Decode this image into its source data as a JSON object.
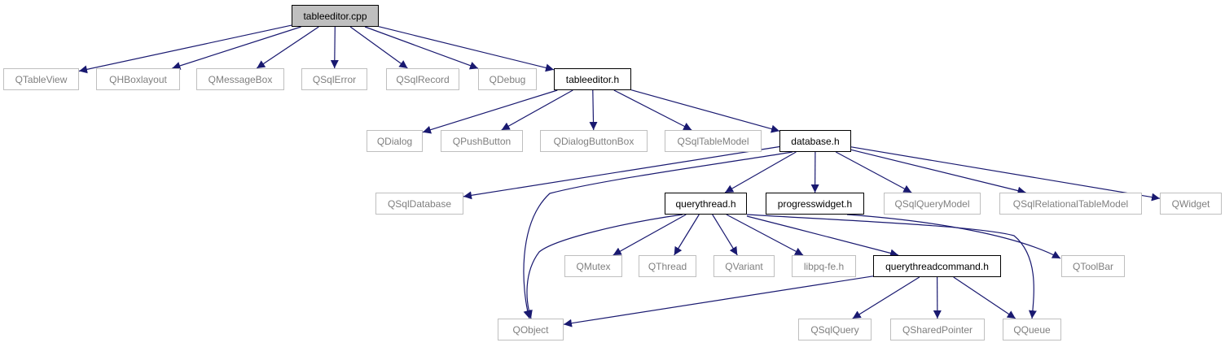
{
  "colors": {
    "edge": "#191970",
    "external_border": "#bfbfbf",
    "external_text": "#7f7f7f",
    "header_border": "#000000",
    "root_fill": "#bfbfbf"
  },
  "nodes": [
    {
      "id": "tableeditor_cpp",
      "label": "tableeditor.cpp",
      "kind": "root"
    },
    {
      "id": "QTableView",
      "label": "QTableView",
      "kind": "external"
    },
    {
      "id": "QHBoxlayout",
      "label": "QHBoxlayout",
      "kind": "external"
    },
    {
      "id": "QMessageBox",
      "label": "QMessageBox",
      "kind": "external"
    },
    {
      "id": "QSqlError",
      "label": "QSqlError",
      "kind": "external"
    },
    {
      "id": "QSqlRecord",
      "label": "QSqlRecord",
      "kind": "external"
    },
    {
      "id": "QDebug",
      "label": "QDebug",
      "kind": "external"
    },
    {
      "id": "tableeditor_h",
      "label": "tableeditor.h",
      "kind": "header"
    },
    {
      "id": "QDialog",
      "label": "QDialog",
      "kind": "external"
    },
    {
      "id": "QPushButton",
      "label": "QPushButton",
      "kind": "external"
    },
    {
      "id": "QDialogButtonBox",
      "label": "QDialogButtonBox",
      "kind": "external"
    },
    {
      "id": "QSqlTableModel",
      "label": "QSqlTableModel",
      "kind": "external"
    },
    {
      "id": "database_h",
      "label": "database.h",
      "kind": "header"
    },
    {
      "id": "QSqlDatabase",
      "label": "QSqlDatabase",
      "kind": "external"
    },
    {
      "id": "querythread_h",
      "label": "querythread.h",
      "kind": "header"
    },
    {
      "id": "progresswidget_h",
      "label": "progresswidget.h",
      "kind": "header"
    },
    {
      "id": "QSqlQueryModel",
      "label": "QSqlQueryModel",
      "kind": "external"
    },
    {
      "id": "QSqlRelationalTableModel",
      "label": "QSqlRelationalTableModel",
      "kind": "external"
    },
    {
      "id": "QWidget",
      "label": "QWidget",
      "kind": "external"
    },
    {
      "id": "QMutex",
      "label": "QMutex",
      "kind": "external"
    },
    {
      "id": "QThread",
      "label": "QThread",
      "kind": "external"
    },
    {
      "id": "QVariant",
      "label": "QVariant",
      "kind": "external"
    },
    {
      "id": "libpq_fe_h",
      "label": "libpq-fe.h",
      "kind": "external"
    },
    {
      "id": "querythreadcommand_h",
      "label": "querythreadcommand.h",
      "kind": "header"
    },
    {
      "id": "QToolBar",
      "label": "QToolBar",
      "kind": "external"
    },
    {
      "id": "QObject",
      "label": "QObject",
      "kind": "external"
    },
    {
      "id": "QSqlQuery",
      "label": "QSqlQuery",
      "kind": "external"
    },
    {
      "id": "QSharedPointer",
      "label": "QSharedPointer",
      "kind": "external"
    },
    {
      "id": "QQueue",
      "label": "QQueue",
      "kind": "external"
    }
  ],
  "edges": [
    {
      "from": "tableeditor_cpp",
      "to": "QTableView"
    },
    {
      "from": "tableeditor_cpp",
      "to": "QHBoxlayout"
    },
    {
      "from": "tableeditor_cpp",
      "to": "QMessageBox"
    },
    {
      "from": "tableeditor_cpp",
      "to": "QSqlError"
    },
    {
      "from": "tableeditor_cpp",
      "to": "QSqlRecord"
    },
    {
      "from": "tableeditor_cpp",
      "to": "QDebug"
    },
    {
      "from": "tableeditor_cpp",
      "to": "tableeditor_h"
    },
    {
      "from": "tableeditor_h",
      "to": "QDialog"
    },
    {
      "from": "tableeditor_h",
      "to": "QPushButton"
    },
    {
      "from": "tableeditor_h",
      "to": "QDialogButtonBox"
    },
    {
      "from": "tableeditor_h",
      "to": "QSqlTableModel"
    },
    {
      "from": "tableeditor_h",
      "to": "database_h"
    },
    {
      "from": "database_h",
      "to": "QSqlDatabase"
    },
    {
      "from": "database_h",
      "to": "querythread_h"
    },
    {
      "from": "database_h",
      "to": "progresswidget_h"
    },
    {
      "from": "database_h",
      "to": "QSqlQueryModel"
    },
    {
      "from": "database_h",
      "to": "QSqlRelationalTableModel"
    },
    {
      "from": "database_h",
      "to": "QWidget"
    },
    {
      "from": "database_h",
      "to": "QObject"
    },
    {
      "from": "querythread_h",
      "to": "QObject"
    },
    {
      "from": "querythread_h",
      "to": "QMutex"
    },
    {
      "from": "querythread_h",
      "to": "QThread"
    },
    {
      "from": "querythread_h",
      "to": "QVariant"
    },
    {
      "from": "querythread_h",
      "to": "libpq_fe_h"
    },
    {
      "from": "querythread_h",
      "to": "querythreadcommand_h"
    },
    {
      "from": "querythread_h",
      "to": "QQueue"
    },
    {
      "from": "progresswidget_h",
      "to": "QToolBar"
    },
    {
      "from": "querythreadcommand_h",
      "to": "QObject"
    },
    {
      "from": "querythreadcommand_h",
      "to": "QSqlQuery"
    },
    {
      "from": "querythreadcommand_h",
      "to": "QSharedPointer"
    },
    {
      "from": "querythreadcommand_h",
      "to": "QQueue"
    }
  ]
}
